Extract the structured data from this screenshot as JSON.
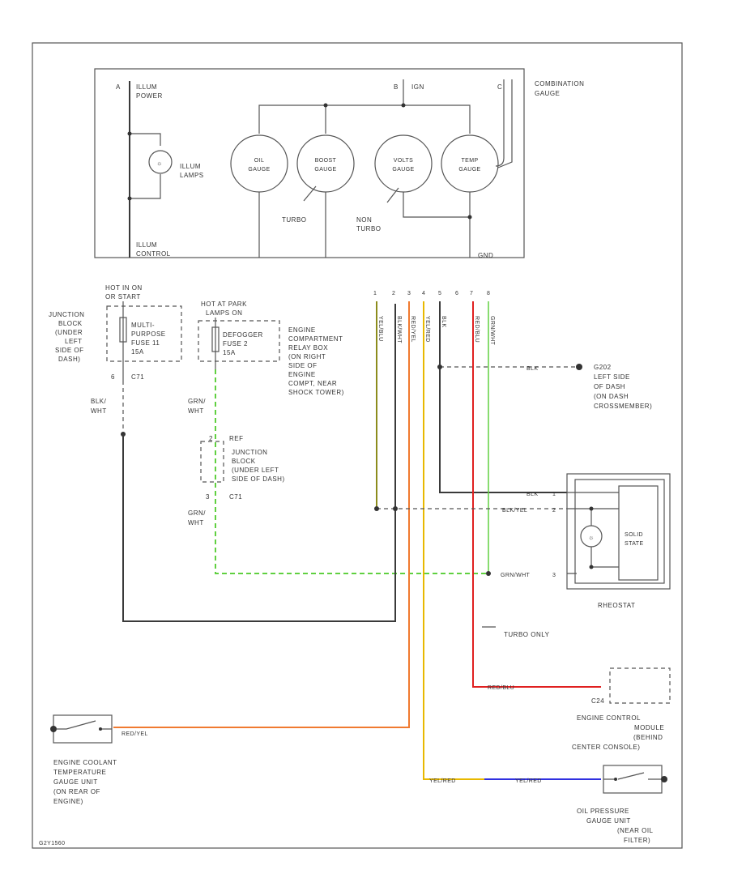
{
  "diagram": {
    "combination_gauge": {
      "title_line1": "COMBINATION",
      "title_line2": "GAUGE",
      "pin_a": "A",
      "pin_a_label_1": "ILLUM",
      "pin_a_label_2": "POWER",
      "pin_b": "B",
      "pin_b_label": "IGN",
      "pin_c": "C",
      "illum_label_1": "ILLUM",
      "illum_label_2": "LAMPS",
      "illum_control_1": "ILLUM",
      "illum_control_2": "CONTROL",
      "gnd_label": "GND",
      "gauges": [
        {
          "line1": "OIL",
          "line2": "GAUGE"
        },
        {
          "line1": "BOOST",
          "line2": "GAUGE"
        },
        {
          "line1": "VOLTS",
          "line2": "GAUGE"
        },
        {
          "line1": "TEMP",
          "line2": "GAUGE"
        }
      ],
      "turbo_note": "TURBO",
      "non_turbo_1": "NON",
      "non_turbo_2": "TURBO"
    },
    "junction_block_left": {
      "label": [
        "JUNCTION",
        "BLOCK",
        "(UNDER",
        "LEFT",
        "SIDE OF",
        "DASH)"
      ],
      "hot_label_1": "HOT IN ON",
      "hot_label_2": "OR START",
      "fuse": [
        "MULTI-",
        "PURPOSE",
        "FUSE 11",
        "15A"
      ],
      "connector": "C71",
      "pin": "6",
      "wire_1": "BLK/",
      "wire_2": "WHT"
    },
    "relay_box": {
      "hot_label_1": "HOT AT PARK",
      "hot_label_2": "LAMPS ON",
      "fuse": [
        "DEFOGGER",
        "FUSE 2",
        "15A"
      ],
      "label": [
        "ENGINE",
        "COMPARTMENT",
        "RELAY BOX",
        "(ON RIGHT",
        "SIDE OF",
        "ENGINE",
        "COMPT, NEAR",
        "SHOCK TOWER)"
      ],
      "wire_1": "GRN/",
      "wire_2": "WHT"
    },
    "junction_block_2": {
      "ref": "REF",
      "pin_top": "2",
      "label": [
        "JUNCTION",
        "BLOCK",
        "(UNDER LEFT",
        "SIDE OF DASH)"
      ],
      "connector": "C71",
      "pin_bottom": "3",
      "wire_1": "GRN/",
      "wire_2": "WHT"
    },
    "connector_pins": [
      "1",
      "2",
      "3",
      "4",
      "5",
      "6",
      "7",
      "8"
    ],
    "vertical_wire_labels": [
      "YEL/BLU",
      "BLK/WHT",
      "RED/YEL",
      "YEL/RED",
      "BLK",
      "",
      "RED/BLU",
      "GRN/WHT"
    ],
    "ground": {
      "id": "G202",
      "wire": "BLK",
      "label": [
        "LEFT SIDE",
        "OF DASH",
        "(ON DASH",
        "CROSSMEMBER)"
      ]
    },
    "rheostat": {
      "label": "RHEOSTAT",
      "wire_1": "BLK",
      "pin_1": "1",
      "wire_2": "BLK/YEL",
      "pin_2": "2",
      "wire_3": "GRN/WHT",
      "pin_3": "3",
      "solid_state_1": "SOLID",
      "solid_state_2": "STATE"
    },
    "turbo_only": "TURBO ONLY",
    "ecm": {
      "wire": "RED/BLU",
      "connector": "C24",
      "label": [
        "ENGINE CONTROL",
        "MODULE",
        "(BEHIND",
        "CENTER CONSOLE)"
      ]
    },
    "coolant_unit": {
      "wire": "RED/YEL",
      "label": [
        "ENGINE COOLANT",
        "TEMPERATURE",
        "GAUGE UNIT",
        "(ON REAR OF",
        "ENGINE)"
      ]
    },
    "oil_unit": {
      "wire_1": "YEL/RED",
      "wire_2": "YEL/RED",
      "label": [
        "OIL PRESSURE",
        "GAUGE UNIT",
        "(NEAR OIL",
        "FILTER)"
      ]
    },
    "footer_code": "G2Y1560"
  },
  "colors": {
    "line": "#3a3a3a",
    "wire_yellow": "#c8b000",
    "wire_orange": "#f07a30",
    "wire_red": "#e02020",
    "wire_green": "#60d040",
    "wire_blue": "#3030e0",
    "wire_olive": "#8c8c1c"
  }
}
